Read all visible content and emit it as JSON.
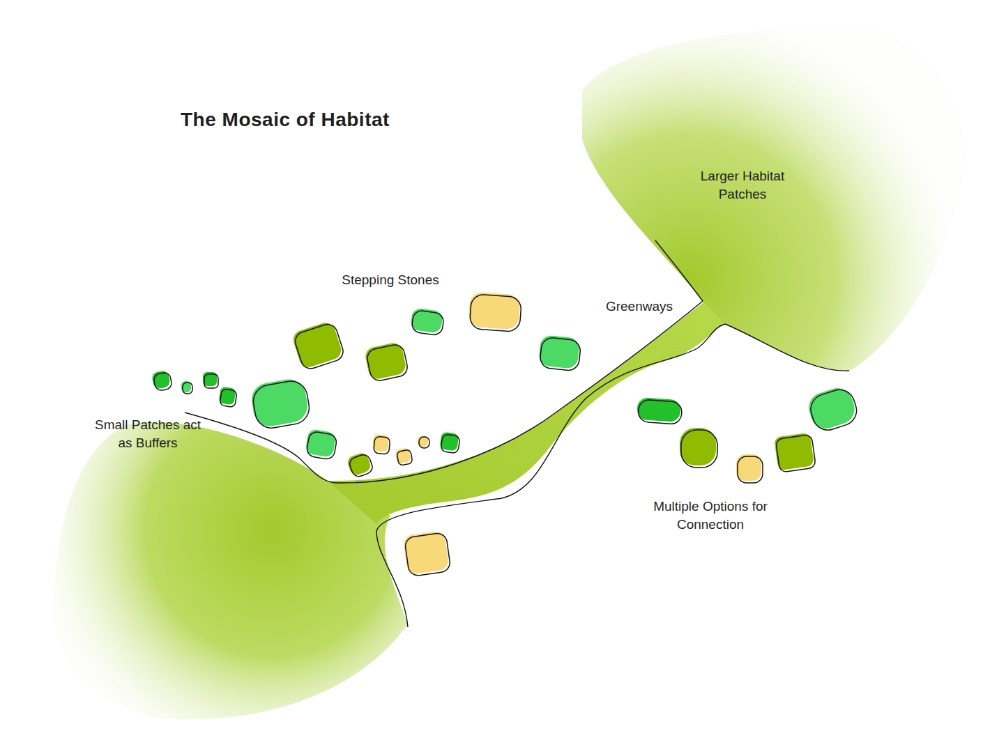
{
  "diagram": {
    "title": "The Mosaic of Habitat",
    "nodes": [
      {
        "text": [
          "Larger Habitat Patches"
        ]
      }
    ],
    "labels": [
      "Stepping Stones",
      "Greenways",
      "Small Patches act as Buffers",
      "Multiple Options for Connection"
    ]
  }
}
